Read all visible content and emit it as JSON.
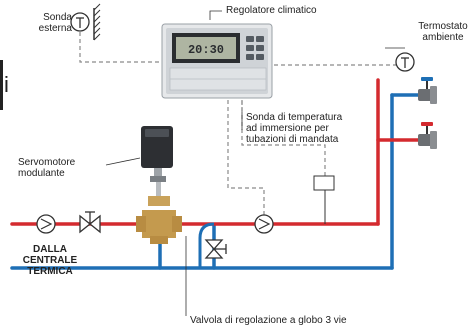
{
  "labels": {
    "sonda_esterna": "Sonda\nesterna",
    "regolatore": "Regolatore climatico",
    "termostato": "Termostato\nambiente",
    "sonda_temperatura": "Sonda di temperatura\nad immersione per\ntubazioni di mandata",
    "servomotore": "Servomotore\nmodulante",
    "centrale": "DALLA\nCENTRALE\nTERMICA",
    "valvola": "Valvola di regolazione a globo 3 vie",
    "margin_letter": "i",
    "controller_display": "20:30"
  },
  "colors": {
    "supply": "#d42a2f",
    "return": "#1e6fb5",
    "signal": "#888888"
  },
  "icons": [
    "thermometer-symbol-icon",
    "pump-icon",
    "gate-valve-icon",
    "radiator-valve-icon"
  ]
}
